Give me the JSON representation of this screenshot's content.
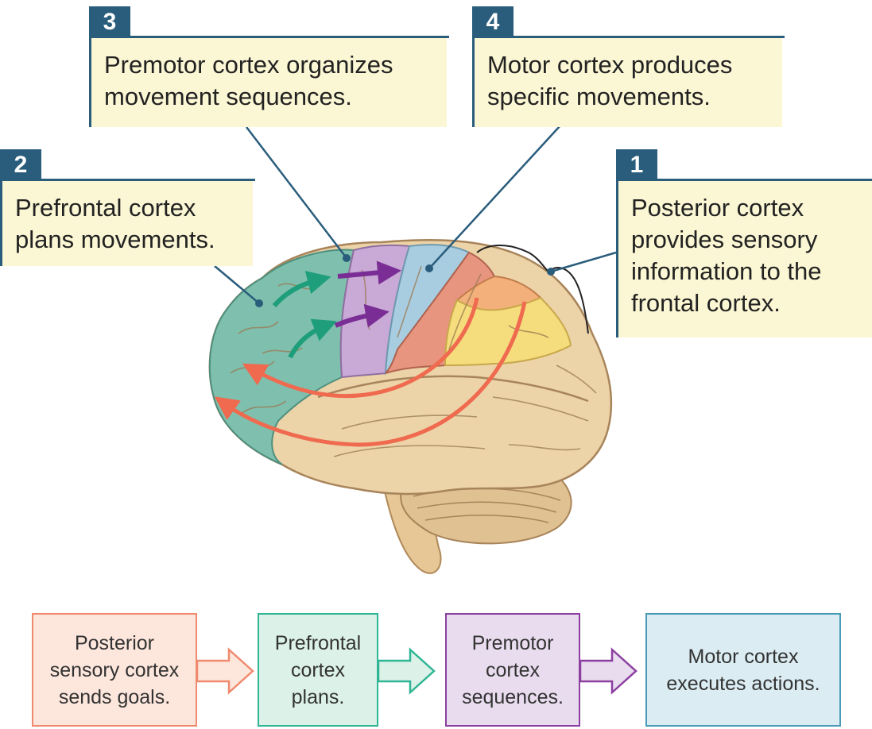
{
  "callouts": [
    {
      "id": "c3",
      "number": "3",
      "text": "Premotor cortex organizes movement sequences.",
      "lines": [
        "Premotor cortex organizes",
        "movement sequences."
      ]
    },
    {
      "id": "c4",
      "number": "4",
      "text": "Motor cortex produces specific movements.",
      "lines": [
        "Motor cortex produces",
        "specific movements."
      ]
    },
    {
      "id": "c2",
      "number": "2",
      "text": "Prefrontal cortex plans movements.",
      "lines": [
        "Prefrontal cortex",
        "plans movements."
      ]
    },
    {
      "id": "c1",
      "number": "1",
      "text": "Posterior cortex provides sensory information to the frontal cortex.",
      "lines": [
        "Posterior cortex",
        "provides sensory",
        "information to the",
        "frontal cortex."
      ]
    }
  ],
  "flow": [
    {
      "lines": [
        "Posterior",
        "sensory cortex",
        "sends goals."
      ],
      "color": "#f08a6e",
      "fill": "#fde6dc"
    },
    {
      "lines": [
        "Prefrontal",
        "cortex",
        "plans."
      ],
      "color": "#2fb594",
      "fill": "#dcf1e8"
    },
    {
      "lines": [
        "Premotor",
        "cortex",
        "sequences."
      ],
      "color": "#8c3fa0",
      "fill": "#e8dcee"
    },
    {
      "lines": [
        "Motor cortex",
        "executes actions."
      ],
      "color": "#4a9bb8",
      "fill": "#dbecf2"
    }
  ],
  "colors": {
    "callout_fill": "#fbf6d3",
    "callout_accent": "#2a5d7c",
    "prefrontal": "#7fbfae",
    "premotor": "#c9a9d6",
    "motor": "#a9cde0",
    "somatosensory": "#e8957f",
    "parietal_orange": "#f3b07a",
    "parietal_yellow": "#f5dc7c",
    "brain_base": "#ecd3a8",
    "arrow_red": "#ef6a4f",
    "arrow_green": "#1e9e7a",
    "arrow_purple": "#7a2e95"
  }
}
